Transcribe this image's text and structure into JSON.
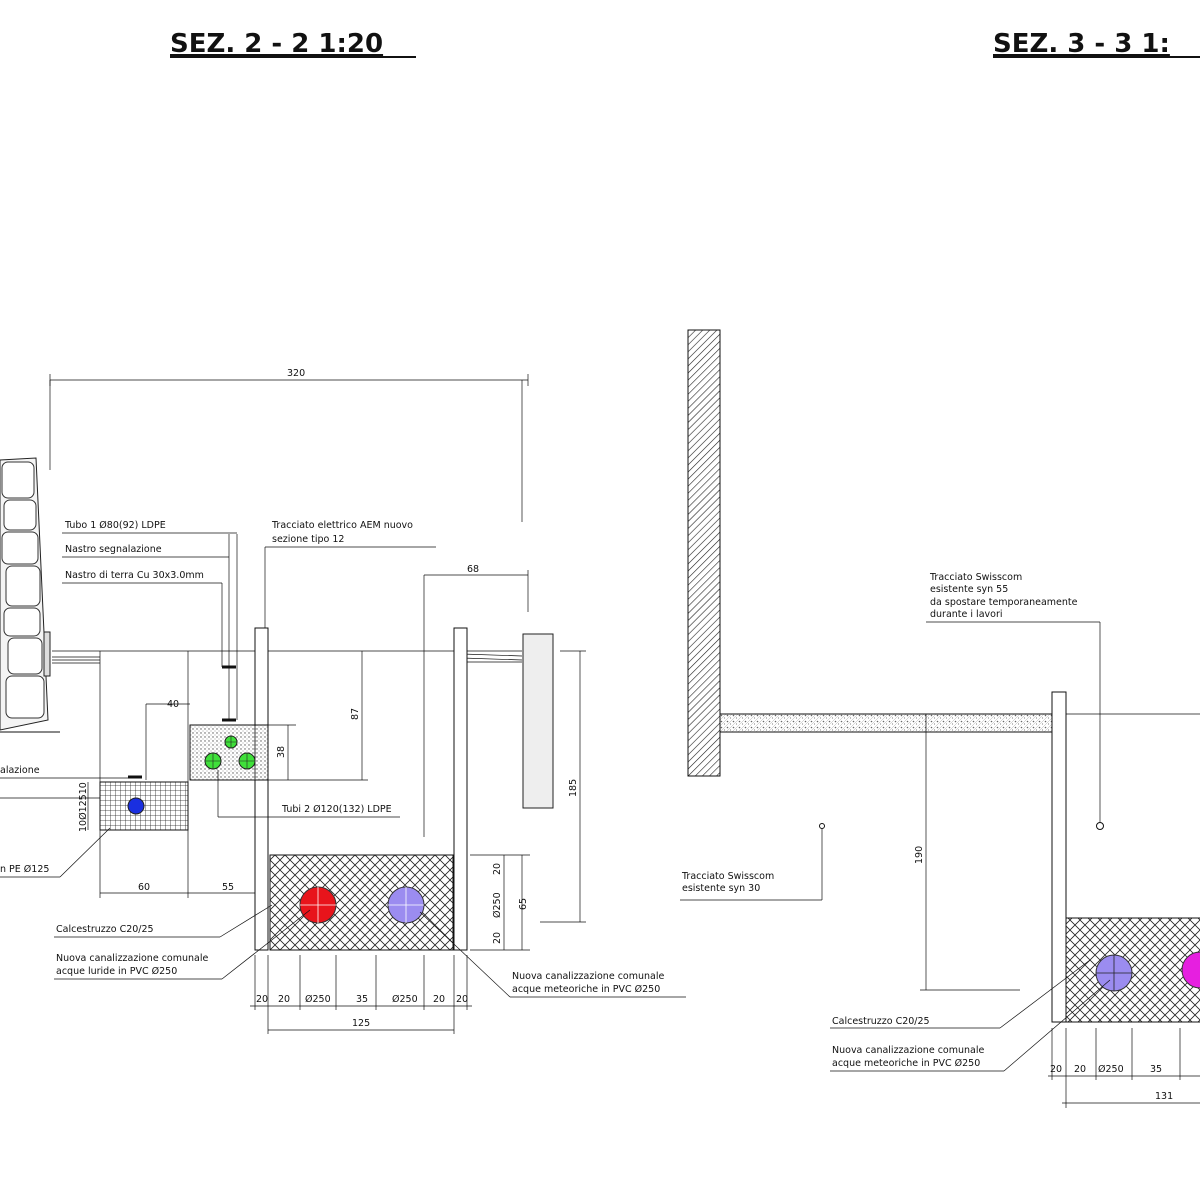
{
  "titles": {
    "sez22": "SEZ.   2 - 2   1:20",
    "sez33": "SEZ.   3 - 3   1:"
  },
  "left_labels": {
    "tubo1": "Tubo 1 Ø80(92) LDPE",
    "nastro_segn": "Nastro segnalazione",
    "nastro_terra": "Nastro di terra Cu 30x3.0mm",
    "tracciato_aem_1": "Tracciato elettrico AEM nuovo",
    "tracciato_aem_2": "sezione tipo 12",
    "alazione": "alazione",
    "tubi2": "Tubi 2 Ø120(132) LDPE",
    "pe125": "n PE Ø125",
    "calcestruzzo": "Calcestruzzo C20/25",
    "luride_1": "Nuova canalizzazione comunale",
    "luride_2": "acque luride in PVC Ø250",
    "meteoriche_1": "Nuova canalizzazione comunale",
    "meteoriche_2": "acque meteoriche in PVC Ø250"
  },
  "left_dims": {
    "d320": "320",
    "d68": "68",
    "d40": "40",
    "d87": "87",
    "d38": "38",
    "d185": "185",
    "d60": "60",
    "d55": "55",
    "d65": "65",
    "d20a": "20",
    "d250v": "Ø250",
    "d20b": "20",
    "dpe": "10Ø12510",
    "b20a": "20",
    "b20b": "20",
    "b250a": "Ø250",
    "b35": "35",
    "b250b": "Ø250",
    "b20c": "20",
    "b20d": "20",
    "d125": "125"
  },
  "right_labels": {
    "swiss55_1": "Tracciato Swisscom",
    "swiss55_2": "esistente syn 55",
    "swiss55_3": "da spostare temporaneamente",
    "swiss55_4": "durante i lavori",
    "swiss30_1": "Tracciato Swisscom",
    "swiss30_2": "esistente syn 30",
    "calcestruzzo": "Calcestruzzo C20/25",
    "meteoriche_1": "Nuova canalizzazione comunale",
    "meteoriche_2": "acque meteoriche in PVC Ø250"
  },
  "right_dims": {
    "d190": "190",
    "b20a": "20",
    "b20b": "20",
    "b250": "Ø250",
    "b35": "35",
    "d131": "131"
  },
  "colors": {
    "pipe_red": "#e8141b",
    "pipe_violet": "#9b8cf0",
    "pipe_magenta": "#e61fe0",
    "pipe_blue": "#1a2fe0",
    "pipe_green": "#3fe03a"
  }
}
